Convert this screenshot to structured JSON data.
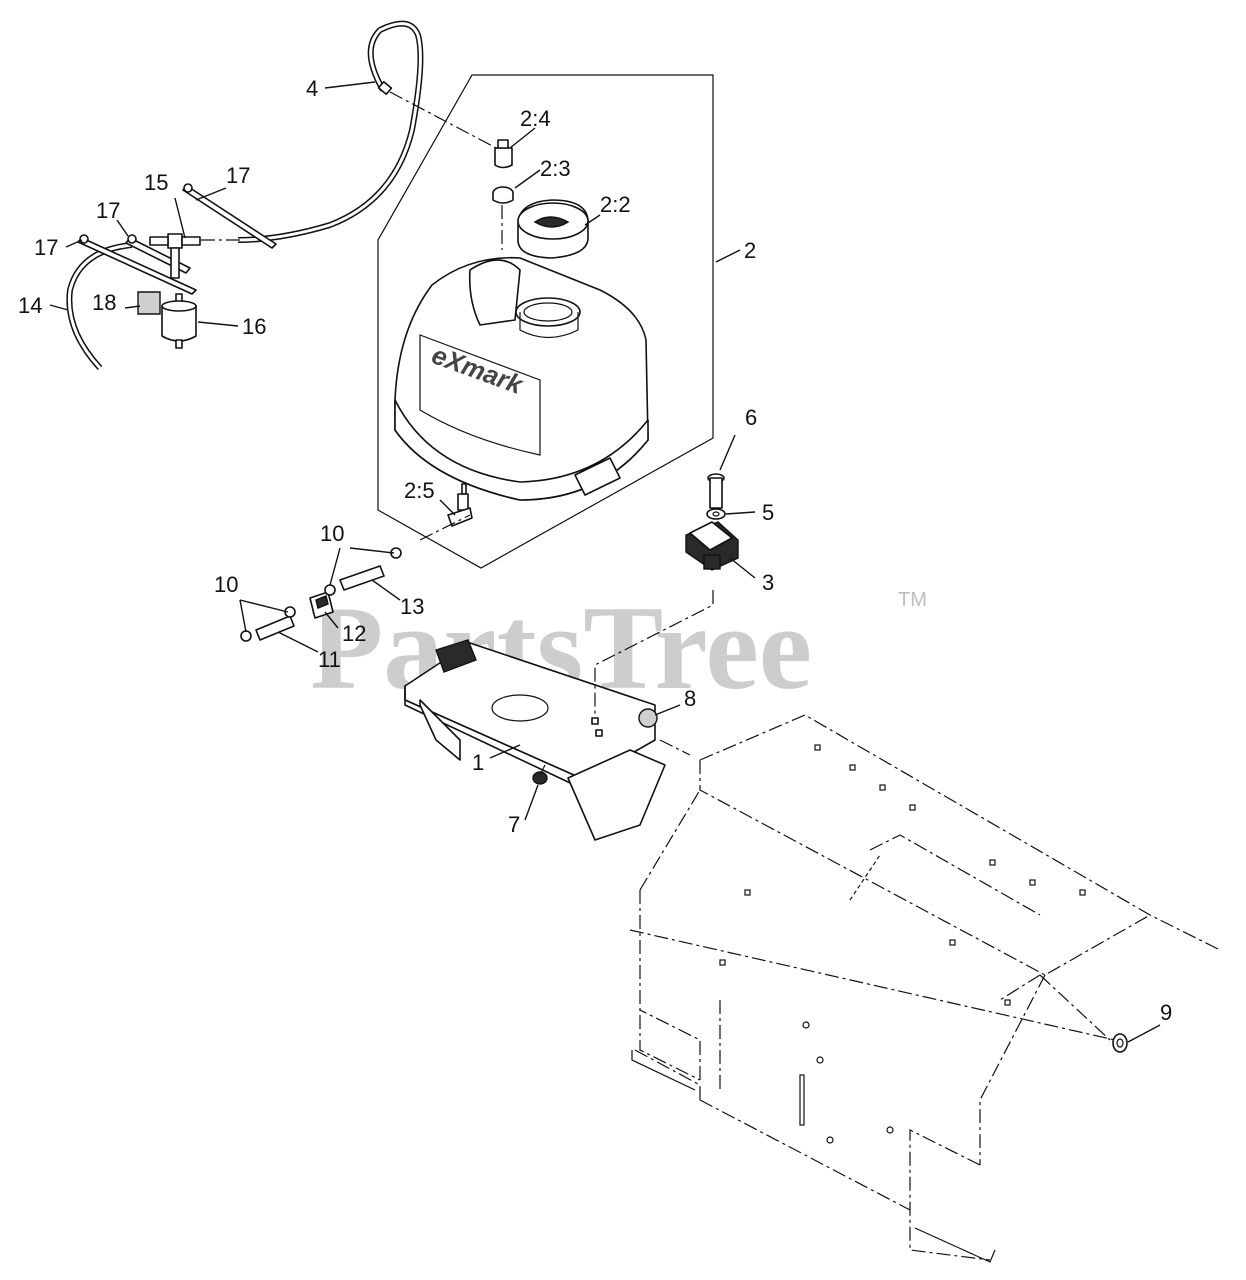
{
  "watermark": {
    "text": "PartsTree",
    "trademark": "TM"
  },
  "tank_brand": "eXmark",
  "callouts": {
    "c1": "1",
    "c2": "2",
    "c2_2": "2:2",
    "c2_3": "2:3",
    "c2_4": "2:4",
    "c2_5": "2:5",
    "c3": "3",
    "c4": "4",
    "c5": "5",
    "c6": "6",
    "c7": "7",
    "c8": "8",
    "c9": "9",
    "c10a": "10",
    "c10b": "10",
    "c11": "11",
    "c12": "12",
    "c13": "13",
    "c14": "14",
    "c15": "15",
    "c16": "16",
    "c17a": "17",
    "c17b": "17",
    "c17c": "17",
    "c18": "18"
  }
}
